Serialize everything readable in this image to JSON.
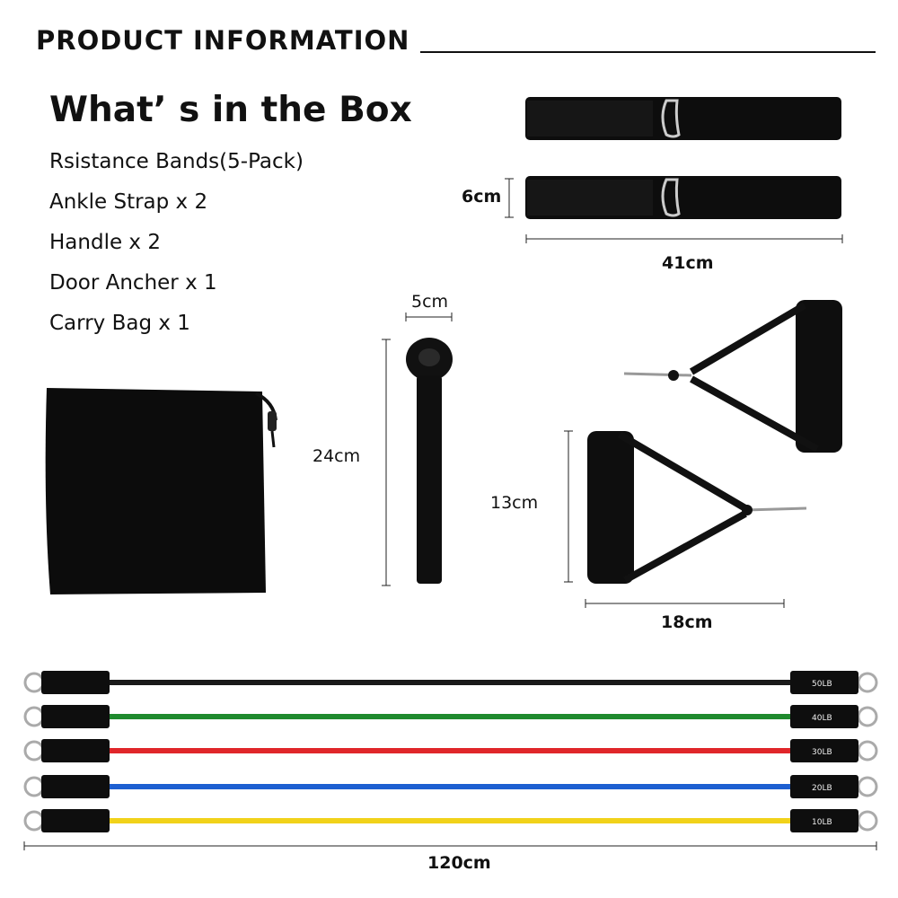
{
  "header": {
    "title": "PRODUCT INFORMATION"
  },
  "box": {
    "title": "What’ s in the Box",
    "items": [
      "Rsistance Bands(5-Pack)",
      "Ankle Strap x 2",
      "Handle x 2",
      "Door Ancher x 1",
      "Carry Bag x 1"
    ]
  },
  "dimensions": {
    "ankle_strap_height": "6cm",
    "ankle_strap_length": "41cm",
    "door_anchor_width": "5cm",
    "door_anchor_length": "24cm",
    "handle_height": "13cm",
    "handle_width": "18cm",
    "band_length": "120cm"
  },
  "bands": [
    {
      "color": "#1a1a1a",
      "label": "50LB"
    },
    {
      "color": "#1f8a2e",
      "label": "40LB"
    },
    {
      "color": "#e0262a",
      "label": "30LB"
    },
    {
      "color": "#1d5fd1",
      "label": "20LB"
    },
    {
      "color": "#f1d21a",
      "label": "10LB"
    }
  ]
}
